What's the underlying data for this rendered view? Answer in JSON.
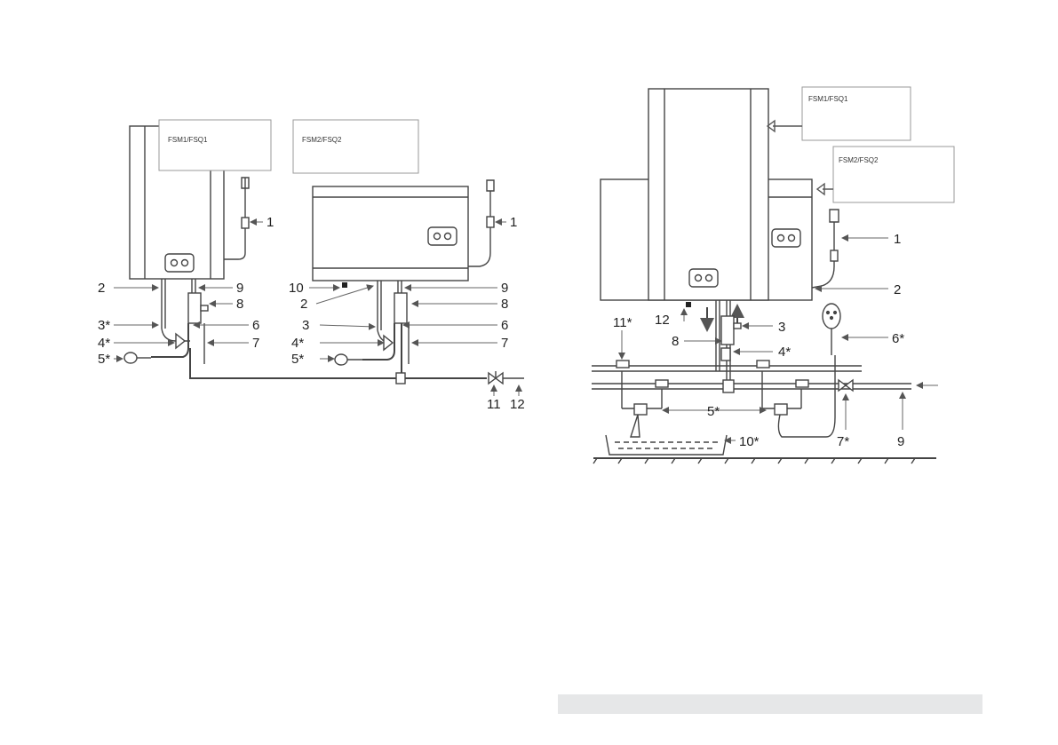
{
  "left_figure": {
    "model_boxes": [
      "FSM1/FSQ1",
      "FSM2/FSQ2"
    ],
    "labels": [
      "1",
      "2",
      "3*",
      "4*",
      "5*",
      "9",
      "8",
      "6",
      "7",
      "1",
      "10",
      "2",
      "3",
      "4*",
      "5*",
      "9",
      "8",
      "6",
      "7",
      "11",
      "12"
    ]
  },
  "right_figure": {
    "model_boxes": [
      "FSM1/FSQ1",
      "FSM2/FSQ2"
    ],
    "labels": [
      "1",
      "2",
      "3",
      "4*",
      "12",
      "8",
      "11*",
      "5*",
      "6*",
      "10*",
      "7*",
      "9"
    ]
  },
  "footer": {
    "text": ""
  }
}
